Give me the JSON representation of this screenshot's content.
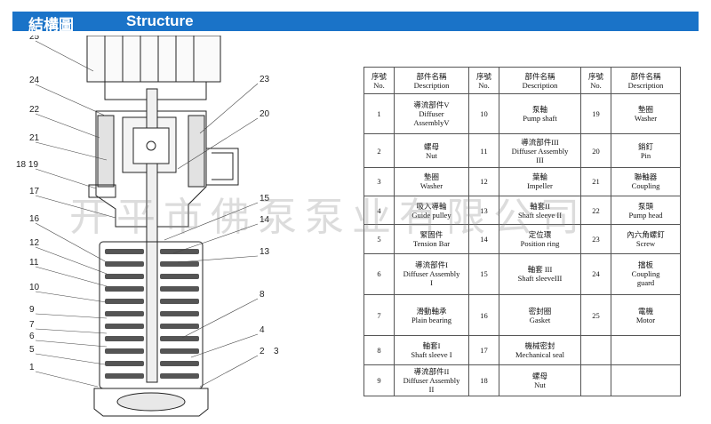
{
  "header": {
    "title_zh": "結構圖",
    "title_en": "Structure"
  },
  "watermark": "开平市佛泵泵业有限公司",
  "callouts": [
    "25",
    "24",
    "22",
    "21",
    "18 19",
    "17",
    "16",
    "12",
    "11",
    "10",
    "9",
    "7",
    "6",
    "5",
    "1",
    "23",
    "20",
    "15",
    "14",
    "13",
    "8",
    "4",
    "2",
    "3"
  ],
  "table": {
    "headers": [
      {
        "no": "序號\nNo.",
        "desc": "部件名稱\nDescription"
      },
      {
        "no": "序號\nNo.",
        "desc": "部件名稱\nDescription"
      },
      {
        "no": "序號\nNo.",
        "desc": "部件名稱\nDescription"
      }
    ],
    "rows": [
      [
        {
          "no": "1",
          "desc": "導流部件V\nDiffuser\nAssemblyV"
        },
        {
          "no": "10",
          "desc": "泵軸\nPump shaft"
        },
        {
          "no": "19",
          "desc": "墊圈\nWasher"
        }
      ],
      [
        {
          "no": "2",
          "desc": "螺母\nNut"
        },
        {
          "no": "11",
          "desc": "導流部件III\nDiffuser Assembly\nIII"
        },
        {
          "no": "20",
          "desc": "銷釘\nPin"
        }
      ],
      [
        {
          "no": "3",
          "desc": "墊圈\nWasher"
        },
        {
          "no": "12",
          "desc": "葉輪\nImpeller"
        },
        {
          "no": "21",
          "desc": "聯軸器\nCoupling"
        }
      ],
      [
        {
          "no": "4",
          "desc": "吸入導輪\nGuide pulley"
        },
        {
          "no": "13",
          "desc": "軸套II\nShaft sleeve II"
        },
        {
          "no": "22",
          "desc": "泵頭\nPump head"
        }
      ],
      [
        {
          "no": "5",
          "desc": "緊固件\nTension Bar"
        },
        {
          "no": "14",
          "desc": "定位環\nPosition ring"
        },
        {
          "no": "23",
          "desc": "內六角螺釘\nScrew"
        }
      ],
      [
        {
          "no": "6",
          "desc": "導流部件I\nDiffuser Assembly\nI"
        },
        {
          "no": "15",
          "desc": "軸套 III\nShaft sleeveIII"
        },
        {
          "no": "24",
          "desc": "擋板\nCoupling\nguard"
        }
      ],
      [
        {
          "no": "7",
          "desc": "滑動軸承\nPlain bearing"
        },
        {
          "no": "16",
          "desc": "密封圈\nGasket"
        },
        {
          "no": "25",
          "desc": "電機\nMotor"
        }
      ],
      [
        {
          "no": "8",
          "desc": "軸套I\nShaft sleeve I"
        },
        {
          "no": "17",
          "desc": "機械密封\nMechanical seal"
        },
        {
          "no": "",
          "desc": ""
        }
      ],
      [
        {
          "no": "9",
          "desc": "導流部件II\nDiffuser Assembly\nII"
        },
        {
          "no": "18",
          "desc": "螺母\nNut"
        },
        {
          "no": "",
          "desc": ""
        }
      ]
    ]
  }
}
